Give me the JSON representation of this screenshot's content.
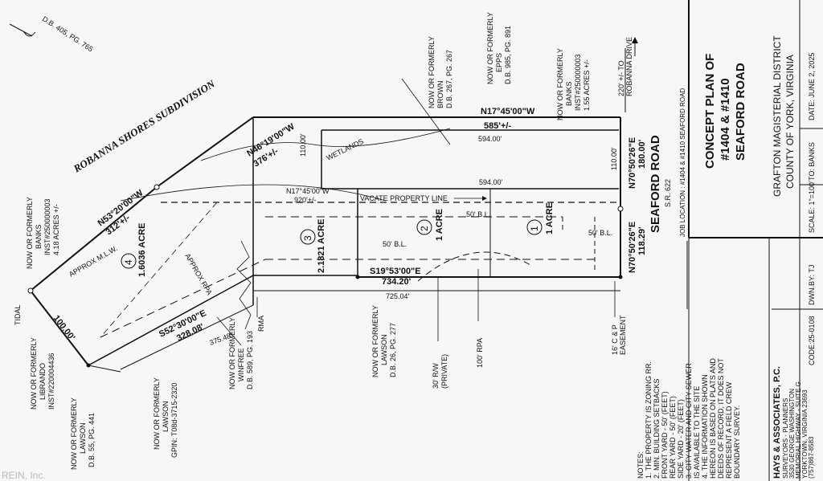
{
  "page": {
    "watermark": "REIN, Inc."
  },
  "title_block": {
    "title_lines": [
      "CONCEPT PLAN OF",
      "#1404 & #1410",
      "SEAFORD ROAD"
    ],
    "district_lines": [
      "GRAFTON MAGISTERIAL DISTRICT",
      "COUNTY OF YORK, VIRGINIA"
    ],
    "job_location": "JOB LOCATION : #1404 & #1410 SEAFORD ROAD",
    "date": "DATE: JUNE 2, 2025",
    "to": "TO: BANKS",
    "scale": "SCALE: 1\"=100'",
    "drawn_by": "DWN.BY: TJ",
    "code": "CODE:25-0108"
  },
  "firm": {
    "lines": [
      "HAYS & ASSOCIATES, P.C.",
      "SURVEYORS - PLANNERS",
      "3530 GEORGE WASHINGTON",
      "MEMORIAL HIGHWAY - SUITE G",
      "YORKTOWN, VIRGINIA 23693",
      "(757)867-8583"
    ]
  },
  "notes": {
    "lines": [
      "NOTES:",
      "1. THE PROPERTY IS ZONING RR.",
      "2. MIN. BUILDING SETBACKS",
      "FRONT YARD - 50' (FEET)",
      "REAR YARD - 50' (FEET)",
      "SIDE YARD - 20' (FEET)",
      "3. CITY WATER AND CITY SEWER",
      "IS AVAILABLE TO THE SITE",
      "4. THE INFORMATION SHOWN",
      "HEREON IS BASED ON PLATS AND",
      "DEEDS OF RECORD, IT DOES NOT",
      "REPRESENT A FIELD CREW",
      "BOUNDARY SURVEY."
    ]
  },
  "road": {
    "name": "SEAFORD ROAD",
    "route": "S.R. 622",
    "to_drive": [
      "220' +/- TO",
      "ROBANNA DRIVE"
    ]
  },
  "subdivision": "ROBANNA SHORES SUBDIVISION",
  "deed_top": "D.B. 405, PG. 765",
  "lots": [
    {
      "number": "1",
      "area": "1 ACRE"
    },
    {
      "number": "2",
      "area": "1 ACRE"
    },
    {
      "number": "3",
      "area": "2.1821 ACRE"
    },
    {
      "number": "4",
      "area": "1.6036 ACRE"
    }
  ],
  "bearings": {
    "n17_top": "N17°45'00\"W",
    "n17_top_dist": "585'+/-",
    "n46": "N46°19'00\"W",
    "n46_dist": "376'+/-",
    "n53": "N53°20'00\"W",
    "n53_dist": "312'+/-",
    "n17_mid": "N17°45'00\"W",
    "n17_mid_dist": "920'+/-",
    "n70_top": "N70°50'26\"E",
    "n70_top_dist": "180.00'",
    "n70_bot": "N70°50'26\"E",
    "n70_bot_dist": "118.29'",
    "s19": "S19°53'00\"E",
    "s19_dist": "734.20'",
    "s52": "S52°30'00\"E",
    "s52_dist": "328.08'",
    "dist_725": "725.04'",
    "dist_375": "375.48'",
    "dist_594_top": "594.00'",
    "dist_594_mid": "594.00'",
    "dist_110_left": "110.00'",
    "dist_110_right": "110.00'",
    "dist_100_sw": "100.00'"
  },
  "labels": {
    "vacate": "VACATE PROPERTY LINE",
    "wetlands": "WETLANDS",
    "approx_mlw": "APPROX M.L.W.",
    "approx_rpa": "APPROX RPA",
    "tidal": "TIDAL",
    "rma": "RMA",
    "rpa_100": "100' RPA",
    "rw_30": [
      "30' R/W",
      "(PRIVATE)"
    ],
    "easement": [
      "16' C & P",
      "EASEMENT"
    ],
    "bl_a": "50' B.L.",
    "bl_b": "50' B.L.",
    "bl_c": "50' B.L."
  },
  "owners": [
    {
      "lines": [
        "NOW OR FORMERLY",
        "BROWN",
        "D.B. 267, PG. 267"
      ]
    },
    {
      "lines": [
        "NOW OR FORMERLY",
        "EPPS",
        "D.B. 985, PG. 891"
      ]
    },
    {
      "lines": [
        "NOW OR FORMERLY",
        "BANKS",
        "INST#250000003",
        "1.55 ACRES +/-"
      ]
    },
    {
      "lines": [
        "NOW OR FORMERLY",
        "BANKS",
        "INST#250000003",
        "4.18 ACRES +/-"
      ]
    },
    {
      "lines": [
        "NOW OR FORMERLY",
        "LIBRANDO",
        "INST#220004436"
      ]
    },
    {
      "lines": [
        "NOW OR FORMERLY",
        "LAWSON",
        "D.B. 55, PG. 441"
      ]
    },
    {
      "lines": [
        "NOW OR FORMERLY",
        "LAWSON",
        "GPIN: T08d-3715-2320"
      ]
    },
    {
      "lines": [
        "NOW OR FORMERLY",
        "WINFREE",
        "D.B. 589, PG. 193"
      ]
    },
    {
      "lines": [
        "NOW OR FORMERLY",
        "LAWSON",
        "D.B. 26, PG. 277"
      ]
    }
  ]
}
